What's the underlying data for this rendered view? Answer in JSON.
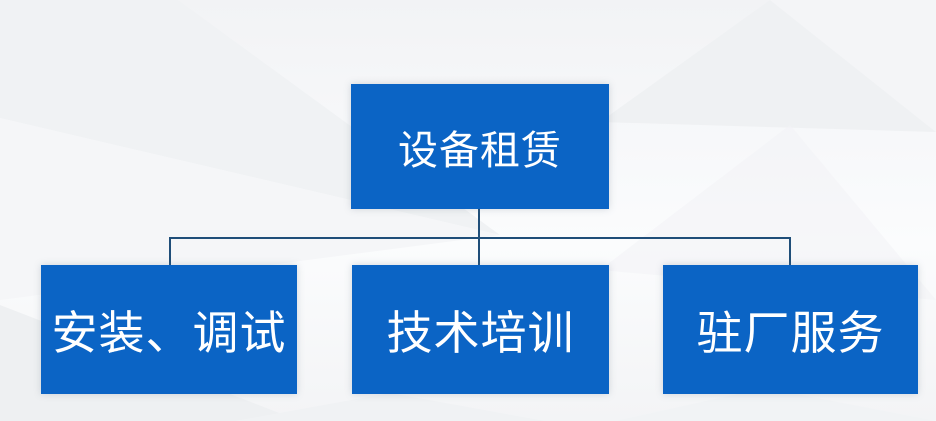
{
  "diagram": {
    "type": "org-chart",
    "root": {
      "label": "设备租赁"
    },
    "children": [
      {
        "label": "安装、调试"
      },
      {
        "label": "技术培训"
      },
      {
        "label": "驻厂服务"
      }
    ],
    "colors": {
      "node_fill": "#0b64c5",
      "node_text": "#ffffff",
      "connector_line": "#1f4e79",
      "background": "#f5f6f8"
    }
  }
}
